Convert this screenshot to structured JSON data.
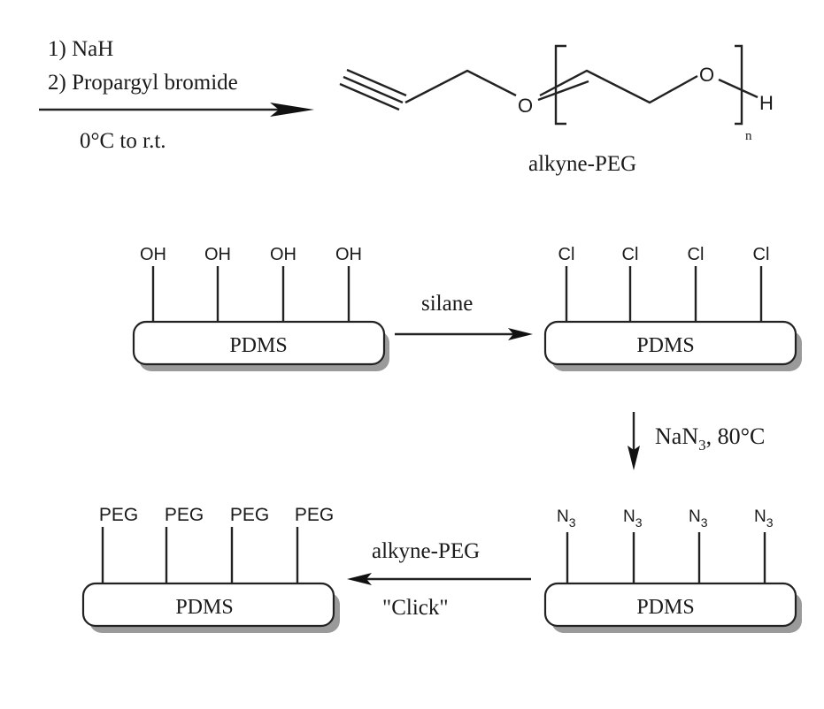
{
  "step1": {
    "reagent_line1": "1) NaH",
    "reagent_line2": "2) Propargyl bromide",
    "conditions": "0°C to r.t.",
    "product_atoms": {
      "o1": "O",
      "o2": "O",
      "h": "H",
      "subscript": "n"
    },
    "product_label": "alkyne-PEG"
  },
  "pdms_oh": {
    "label": "PDMS",
    "groups": [
      "OH",
      "OH",
      "OH",
      "OH"
    ]
  },
  "step2": {
    "reagent": "silane"
  },
  "pdms_cl": {
    "label": "PDMS",
    "groups": [
      "Cl",
      "Cl",
      "Cl",
      "Cl"
    ]
  },
  "step3": {
    "reagent_base": "NaN",
    "reagent_sub": "3",
    "reagent_tail": ", 80°C"
  },
  "pdms_n3": {
    "label": "PDMS",
    "group_base": "N",
    "group_sub": "3",
    "count": 4
  },
  "step4": {
    "reagent": "alkyne-PEG",
    "note": "\"Click\""
  },
  "pdms_peg": {
    "label": "PDMS",
    "groups": [
      "PEG",
      "PEG",
      "PEG",
      "PEG"
    ]
  }
}
